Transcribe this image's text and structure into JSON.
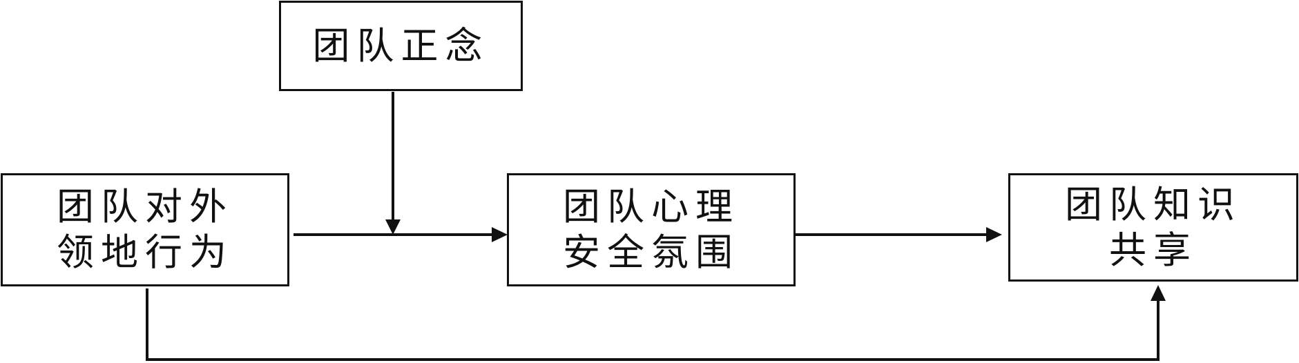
{
  "nodes": {
    "team_mindfulness": "团队正念",
    "territorial_behavior": {
      "line1": "团队对外",
      "line2": "领地行为"
    },
    "psych_safety": {
      "line1": "团队心理",
      "line2": "安全氛围"
    },
    "knowledge_sharing": {
      "line1": "团队知识",
      "line2": "共享"
    }
  }
}
